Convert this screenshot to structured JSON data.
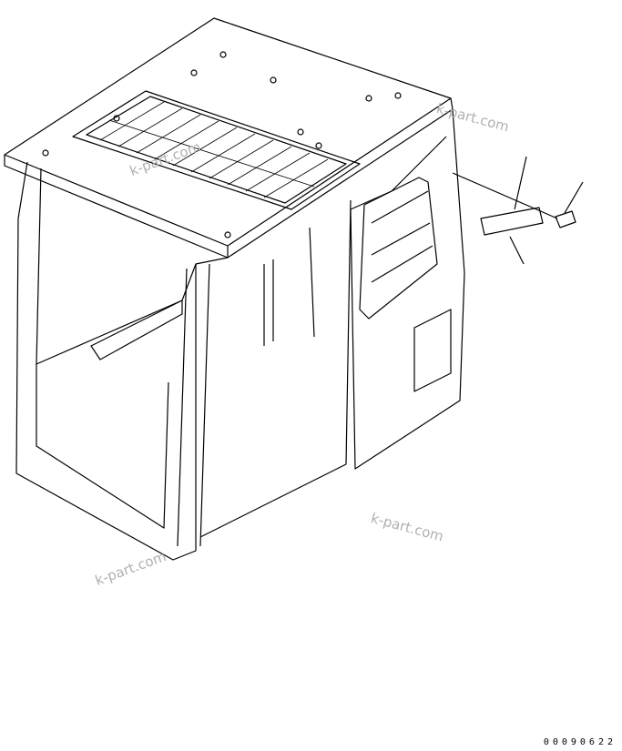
{
  "watermarks": [
    "k-part.com",
    "k-part.com",
    "k-part.com",
    "k-part.com"
  ],
  "drawing_number": "00090622"
}
